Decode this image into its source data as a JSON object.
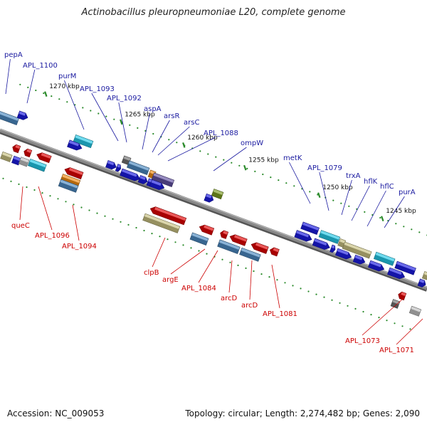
{
  "title": "Actinobacillus pleuropneumoniae L20, complete genome",
  "footer": {
    "accession": "Accession: NC_009053",
    "summary": "Topology: circular; Length: 2,274,482 bp; Genes: 2,090"
  },
  "colors": {
    "backbone": "#888888",
    "tick": "#2a8a2a",
    "upper_label": "#1a1aa0",
    "lower_label": "#cc0000",
    "red": "#e00000",
    "blue": "#1a1ae0",
    "cyan": "#22c8e6",
    "steelblue": "#4a88c0",
    "khaki": "#c8c080",
    "orange": "#f08a10",
    "purple": "#6050a0",
    "olive": "#7a9a20",
    "gray": "#707070",
    "lightgray": "#c0c0c0"
  },
  "scale": {
    "ticks": [
      {
        "label": "1270 kbp"
      },
      {
        "label": "1265 kbp"
      },
      {
        "label": "1260 kbp"
      },
      {
        "label": "1255 kbp"
      },
      {
        "label": "1250 kbp"
      },
      {
        "label": "1245 kbp"
      }
    ]
  },
  "upper_labels": [
    {
      "text": "pepA"
    },
    {
      "text": "APL_1100"
    },
    {
      "text": "purM"
    },
    {
      "text": "APL_1093"
    },
    {
      "text": "APL_1092"
    },
    {
      "text": "aspA"
    },
    {
      "text": "arsR"
    },
    {
      "text": "arsC"
    },
    {
      "text": "APL_1088"
    },
    {
      "text": "ompW"
    },
    {
      "text": "metK"
    },
    {
      "text": "APL_1079"
    },
    {
      "text": "trxA"
    },
    {
      "text": "hflK"
    },
    {
      "text": "hflC"
    },
    {
      "text": "purA"
    }
  ],
  "lower_labels": [
    {
      "text": "queC"
    },
    {
      "text": "APL_1096"
    },
    {
      "text": "APL_1094"
    },
    {
      "text": "clpB"
    },
    {
      "text": "argE"
    },
    {
      "text": "APL_1084"
    },
    {
      "text": "arcD"
    },
    {
      "text": "arcD"
    },
    {
      "text": "APL_1081"
    },
    {
      "text": "APL_1073"
    },
    {
      "text": "APL_1071"
    }
  ]
}
